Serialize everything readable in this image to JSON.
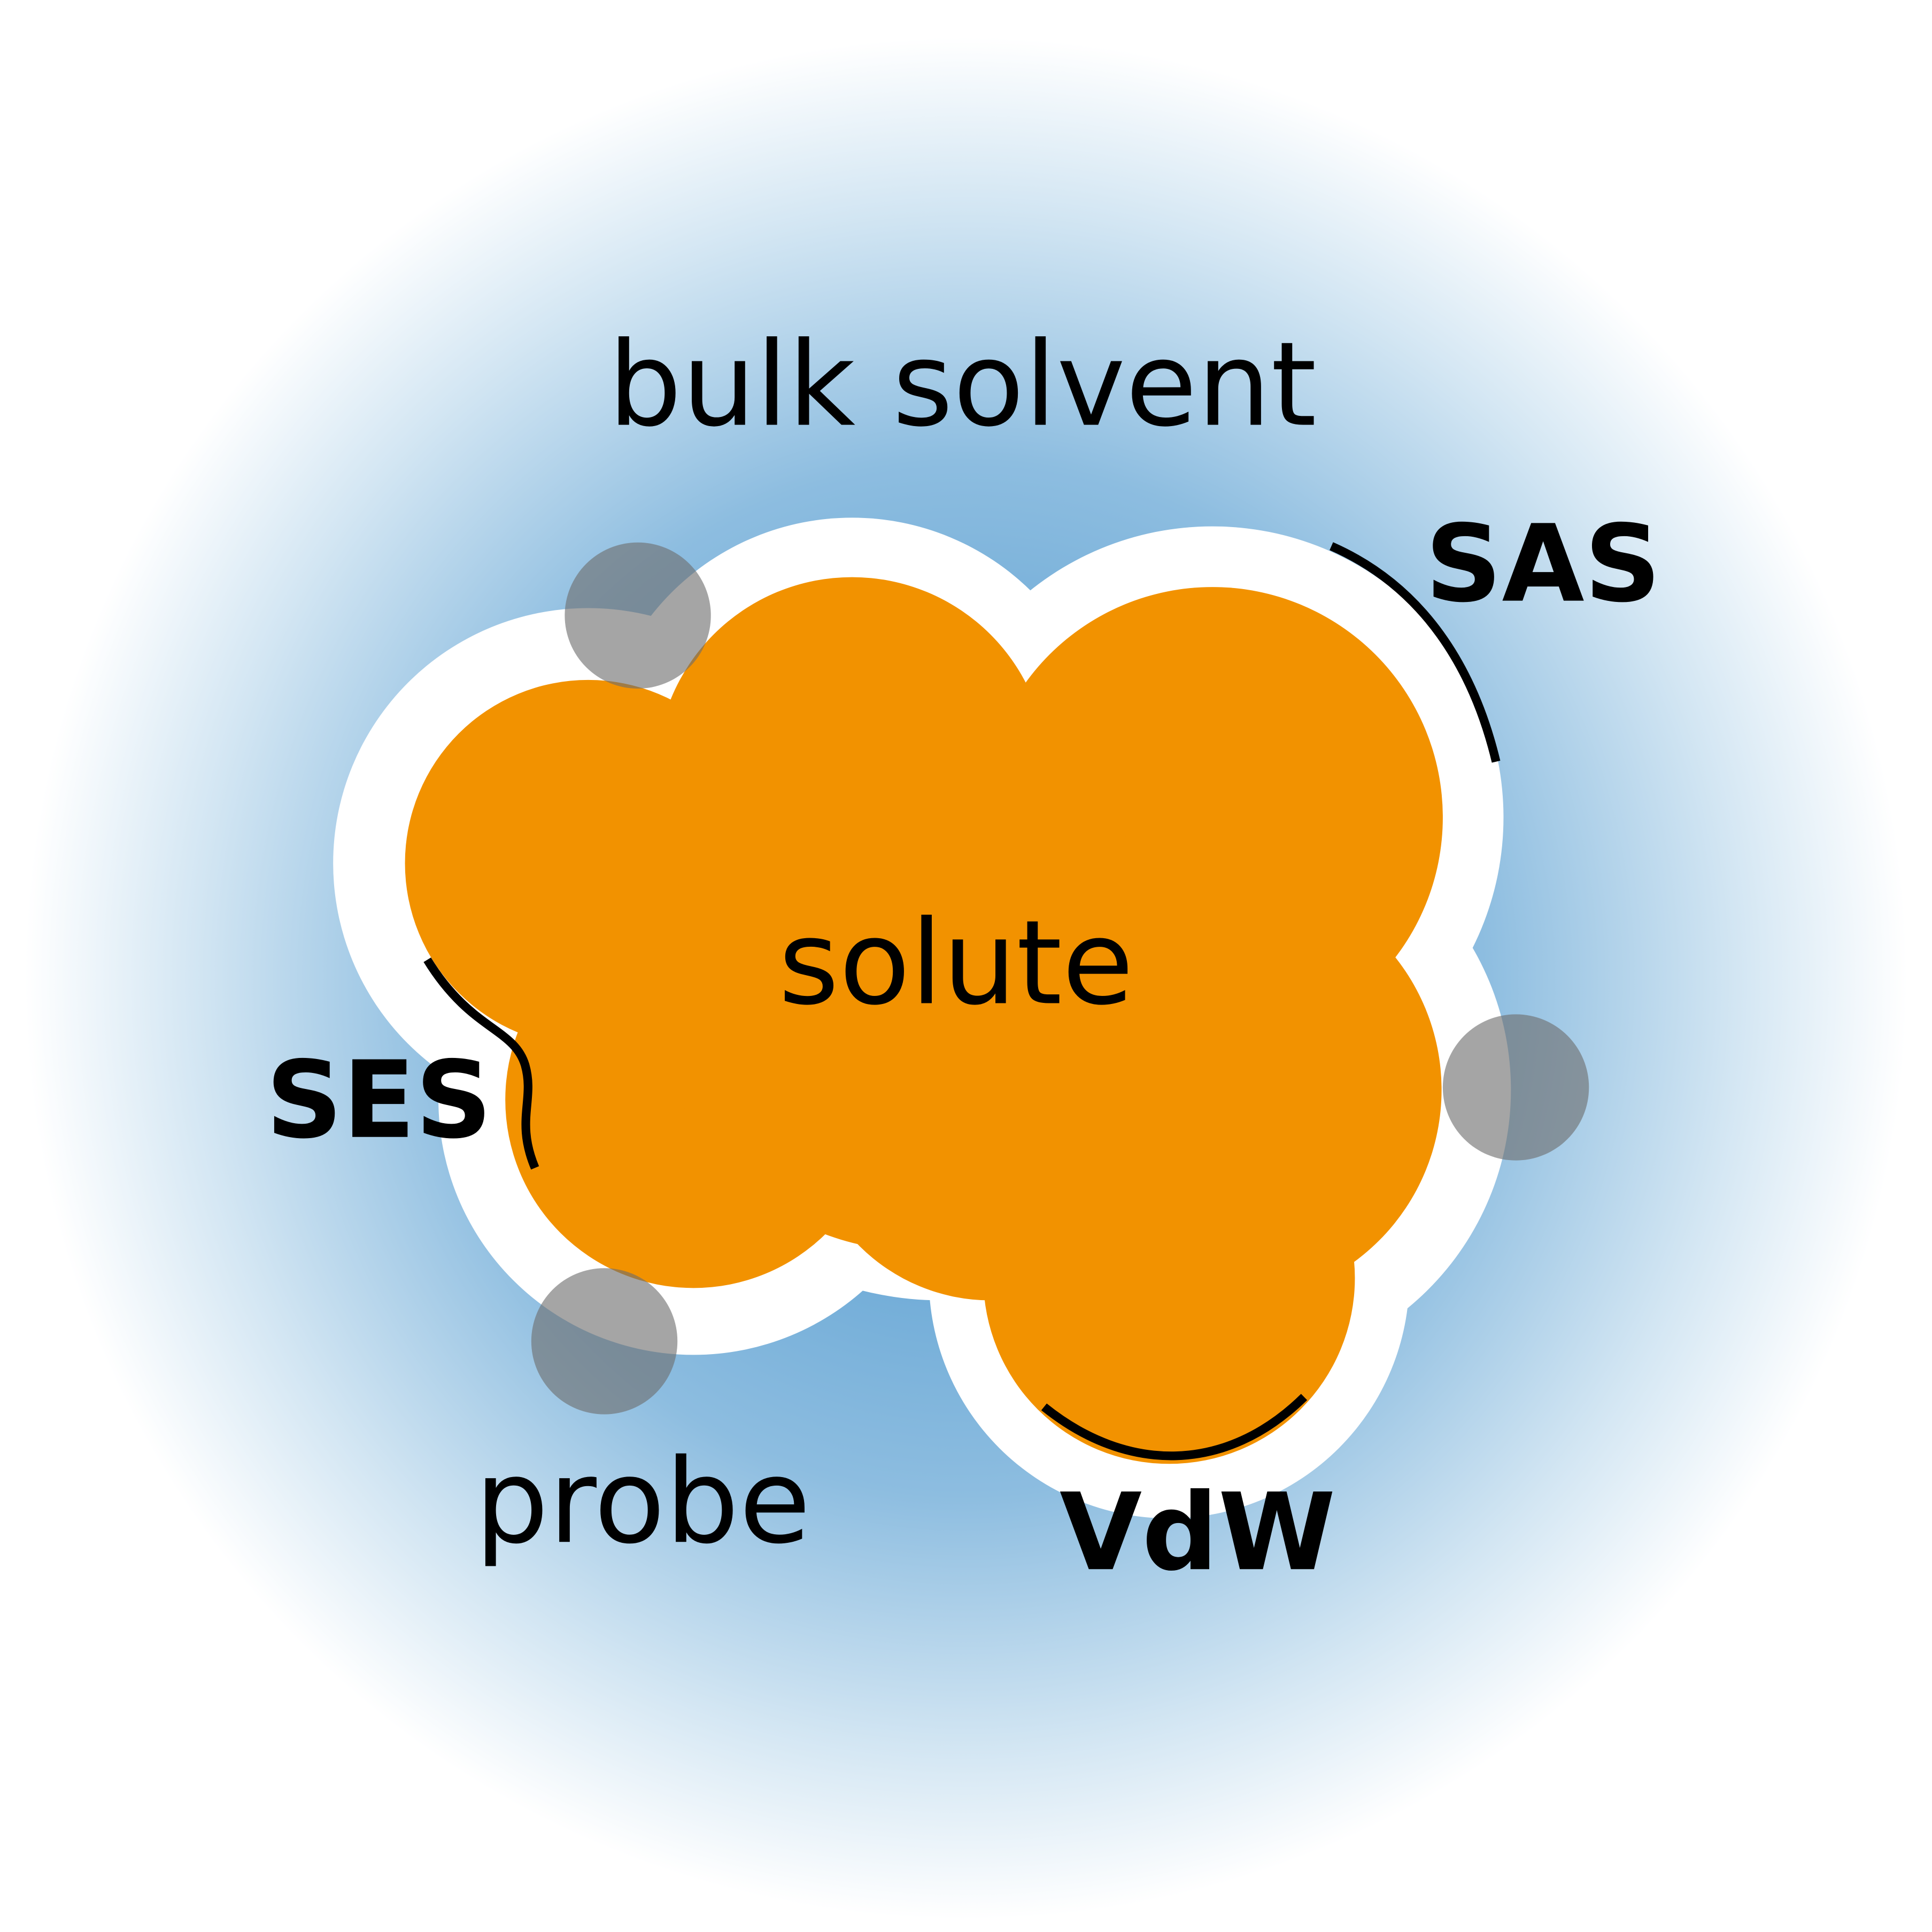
{
  "labels": {
    "bulk_solvent": "bulk solvent",
    "solute": "solute",
    "probe": "probe",
    "sas": "SAS",
    "ses": "SES",
    "vdw": "VdW"
  },
  "colors": {
    "solvent_center": "#4a95cc",
    "solvent_edge": "#ffffff",
    "solute": "#f29200",
    "sas_region": "#ffffff",
    "probe": "#6e6e6e",
    "surface_line": "#000000"
  }
}
